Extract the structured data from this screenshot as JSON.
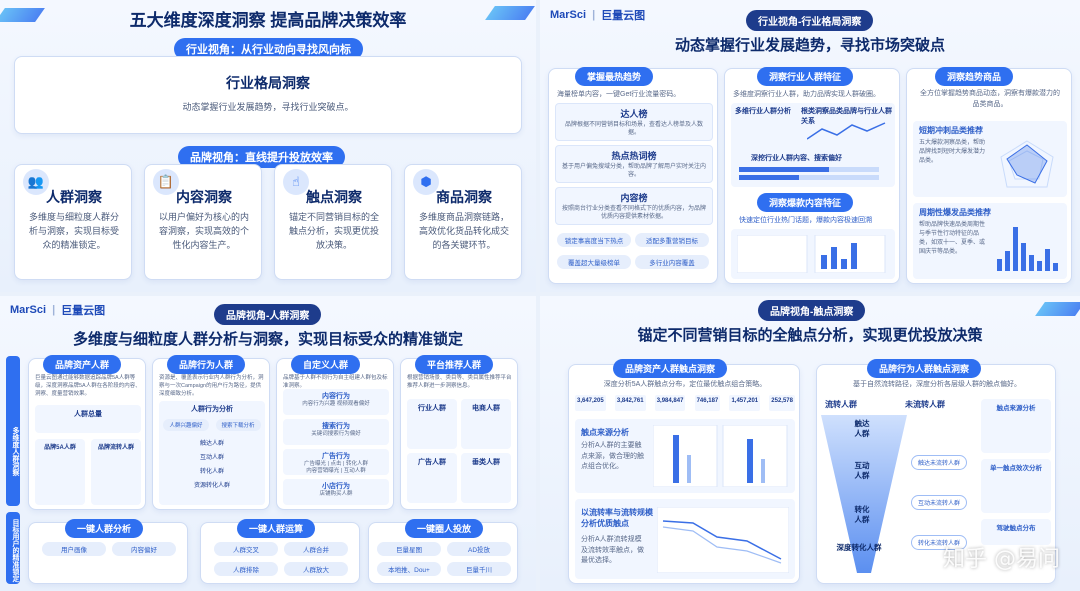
{
  "q1": {
    "title": "五大维度深度洞察 提高品牌决策效率",
    "industry_pill": "行业视角：从行业动向寻找风向标",
    "industry_card_title": "行业格局洞察",
    "industry_card_text": "动态掌握行业发展趋势，寻找行业突破点。",
    "brand_pill": "品牌视角：直线提升投放效率",
    "cards": [
      {
        "icon": "people-icon",
        "glyph": "👥",
        "title": "人群洞察",
        "text": "多维度与细粒度人群分析与洞察，实现目标受众的精准锁定。"
      },
      {
        "icon": "clipboard-icon",
        "glyph": "📋",
        "title": "内容洞察",
        "text": "以用户偏好为核心的内容洞察，实现高效的个性化内容生产。"
      },
      {
        "icon": "touch-icon",
        "glyph": "☝",
        "title": "触点洞察",
        "text": "锚定不同营销目标的全触点分析，实现更优投放决策。"
      },
      {
        "icon": "cube-icon",
        "glyph": "⬢",
        "title": "商品洞察",
        "text": "多维度商品洞察链路，高效优化货品转化成交的各关键环节。"
      }
    ]
  },
  "q2": {
    "logo_text": "MarSci",
    "logo_text2": "巨量云图",
    "tag": "行业视角-行业格局洞察",
    "title": "动态掌握行业发展趋势，寻找市场突破点",
    "col1_pill": "掌握最热趋势",
    "col1_sub": "海量榜单内容，一键Get行业流量密码。",
    "col1_items": [
      {
        "title": "达人榜",
        "text": "品牌根据不同营销目标和场景，查看达人榜单及人数据。"
      },
      {
        "title": "热点热词榜",
        "text": "基于用户偏兔搜域分类，帮助品牌了解用户实时关注内容。"
      },
      {
        "title": "内容榜",
        "text": "按照商台行业分类查看不同格式下的优质内容，为品牌优质内容提供素材依据。"
      }
    ],
    "col1_tags": [
      "锁定事高度当下热点",
      "适配多重营销目标",
      "覆盖超大量级榜单",
      "多行业内容覆盖"
    ],
    "col2_pill": "洞察行业人群特征",
    "col2_sub": "多维度洞察行业人群，助力品牌实现人群破圈。",
    "col2_mini": [
      "多维行业人群分析",
      "根类洞察品类品牌与行业人群关系",
      "深挖行业人群内容、搜索偏好"
    ],
    "col2_pill2": "洞察爆款内容特征",
    "col2_sub2": "快速定位行业热门话题，爆款内容极速回溯",
    "col3_pill": "洞察趋势商品",
    "col3_sub": "全方位掌握趋势商品动态，洞察有爆款潜力的品类商品。",
    "col3_block1": "短期冲刺品类推荐",
    "col3_block1_text": "五大爆款洞察品类，帮助品牌找到短时大爆发潜力品类。",
    "col3_block2": "周期性爆发品类推荐",
    "col3_block2_text": "帮助品牌快速品类周期性与季节性行动特征的品类，如双十一、夏季、或国庆节等品类。"
  },
  "q3": {
    "logo_text": "MarSci",
    "logo_text2": "巨量云图",
    "tag": "品牌视角-人群洞察",
    "title": "多维度与细粒度人群分析与洞察，实现目标受众的精准锁定",
    "side1": "多维度人群洞察",
    "side2": "目标用户的精准锁定",
    "cols": [
      {
        "pill": "品牌资产人群",
        "text": "巨量云图通过能够数据追踪品牌5A人群等级，深度洞察品牌5A人群在各阶段的内容、洞察、度量营销效果。",
        "sub1": "人群总量",
        "sub2": "品牌5A人群",
        "sub3": "品牌流转人群"
      },
      {
        "pill": "品牌行为人群",
        "text": "资源是、覆盖表示行业内人群行为分析，洞察与一次Campaign的用户行为路径，提供深度细致分析。",
        "sub1": "人群行为分析",
        "sub2": "人群兴趣偏好",
        "sub3": "搜索下载分析",
        "items": [
          "触达人群",
          "互动人群",
          "转化人群",
          "资源转化人群"
        ]
      },
      {
        "pill": "自定义人群",
        "text": "品牌基于人群不同行为自主组建人群包及标准洞察。",
        "items": [
          {
            "title": "内容行为",
            "text": "内容行为兴趣 视频观看偏好"
          },
          {
            "title": "搜索行为",
            "text": "关键词搜索行为偏好"
          },
          {
            "title": "广告行为",
            "text": "广告曝光 | 点击 | 转化人群\n内容营销曝光 | 互动人群"
          },
          {
            "title": "小店行为",
            "text": "店铺购买人群"
          }
        ]
      },
      {
        "pill": "平台推荐人群",
        "text": "根据营销场景、类目等、类目属性推荐平台推荐人群进一步洞察信息。",
        "items": [
          "行业人群",
          "电商人群",
          "广告人群",
          "垂类人群"
        ]
      }
    ],
    "bottom": [
      {
        "pill": "一键人群分析",
        "items": [
          "用户画像",
          "内容偏好"
        ]
      },
      {
        "pill": "一键人群运算",
        "items": [
          "人群交叉",
          "人群合并",
          "人群排除",
          "人群放大"
        ]
      },
      {
        "pill": "一键圈人投放",
        "items": [
          "巨量星图",
          "AD投放",
          "本地推、Dou+",
          "巨量千川"
        ]
      }
    ]
  },
  "q4": {
    "tag": "品牌视角-触点洞察",
    "title": "锚定不同营销目标的全触点分析，实现更优投放决策",
    "left_pill": "品牌资产人群触点洞察",
    "left_sub": "深度分析5A人群触点分布，定位最优触点组合策略。",
    "metric_values": [
      "3,647,205",
      "3,842,761",
      "3,984,847",
      "746,187",
      "1,457,201",
      "252,578"
    ],
    "left_block1_title": "触点来源分析",
    "left_block1_text": "分析A人群的主要触点来源，做合理的触点组合优化。",
    "left_block2_title": "以流转率与流转规模分析优质触点",
    "left_block2_text": "分析A人群流转规模及流转效率触点，做最优选择。",
    "right_pill": "品牌行为人群触点洞察",
    "right_sub": "基于自然流转路径，深度分析各层级人群的触点偏好。",
    "funnel_headers": [
      "流转人群",
      "未流转人群"
    ],
    "funnel_layers": [
      "触达\n人群",
      "互动\n人群",
      "转化\n人群",
      "深度转化人群"
    ],
    "funnel_tags": [
      "触达未流转人群",
      "互动未流转人群",
      "转化未流转人群"
    ],
    "right_blocks": [
      "触点来源分析",
      "单一触点效次分析",
      "驾驶触点分布"
    ],
    "watermark": "知乎 @易问"
  }
}
